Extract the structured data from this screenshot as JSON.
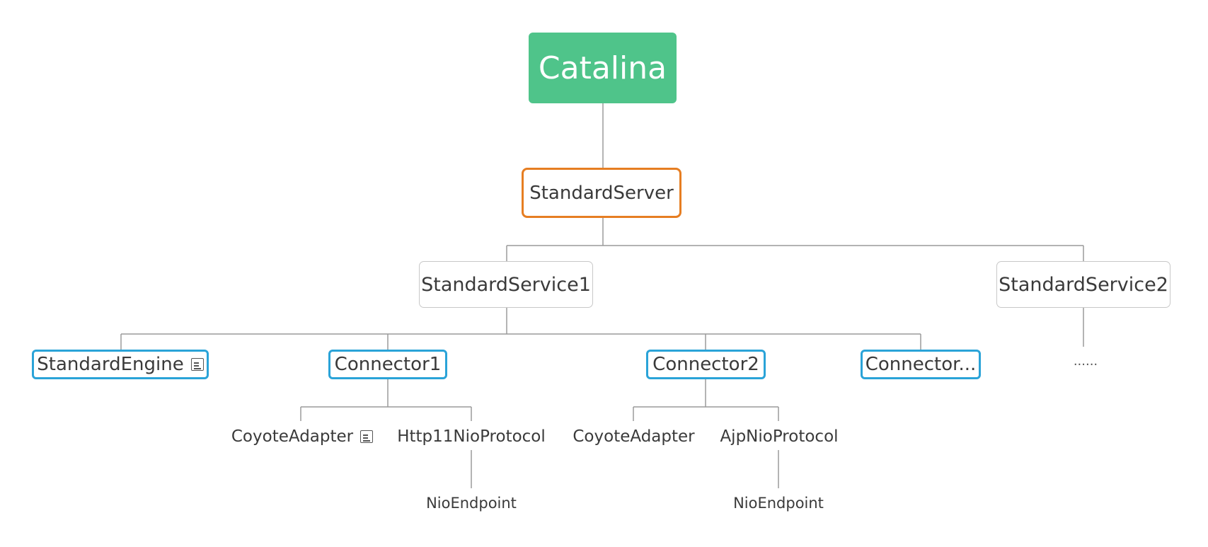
{
  "diagram": {
    "root": {
      "label": "Catalina"
    },
    "server": {
      "label": "StandardServer"
    },
    "services": [
      {
        "label": "StandardService1"
      },
      {
        "label": "StandardService2"
      }
    ],
    "service1_children": [
      {
        "label": "StandardEngine",
        "has_note": true
      },
      {
        "label": "Connector1"
      },
      {
        "label": "Connector2"
      },
      {
        "label": "Connector..."
      }
    ],
    "connector1_children": [
      {
        "label": "CoyoteAdapter",
        "has_note": true
      },
      {
        "label": "Http11NioProtocol"
      }
    ],
    "connector1_leaf": {
      "label": "NioEndpoint"
    },
    "connector2_children": [
      {
        "label": "CoyoteAdapter"
      },
      {
        "label": "AjpNioProtocol"
      }
    ],
    "connector2_leaf": {
      "label": "NioEndpoint"
    },
    "service2_ellipsis": "......",
    "icons": {
      "note": "note-icon"
    },
    "colors": {
      "root_fill": "#4fc48a",
      "server_border": "#e67e22",
      "child_border": "#2aa3d8",
      "line": "#9a9a9a"
    }
  }
}
